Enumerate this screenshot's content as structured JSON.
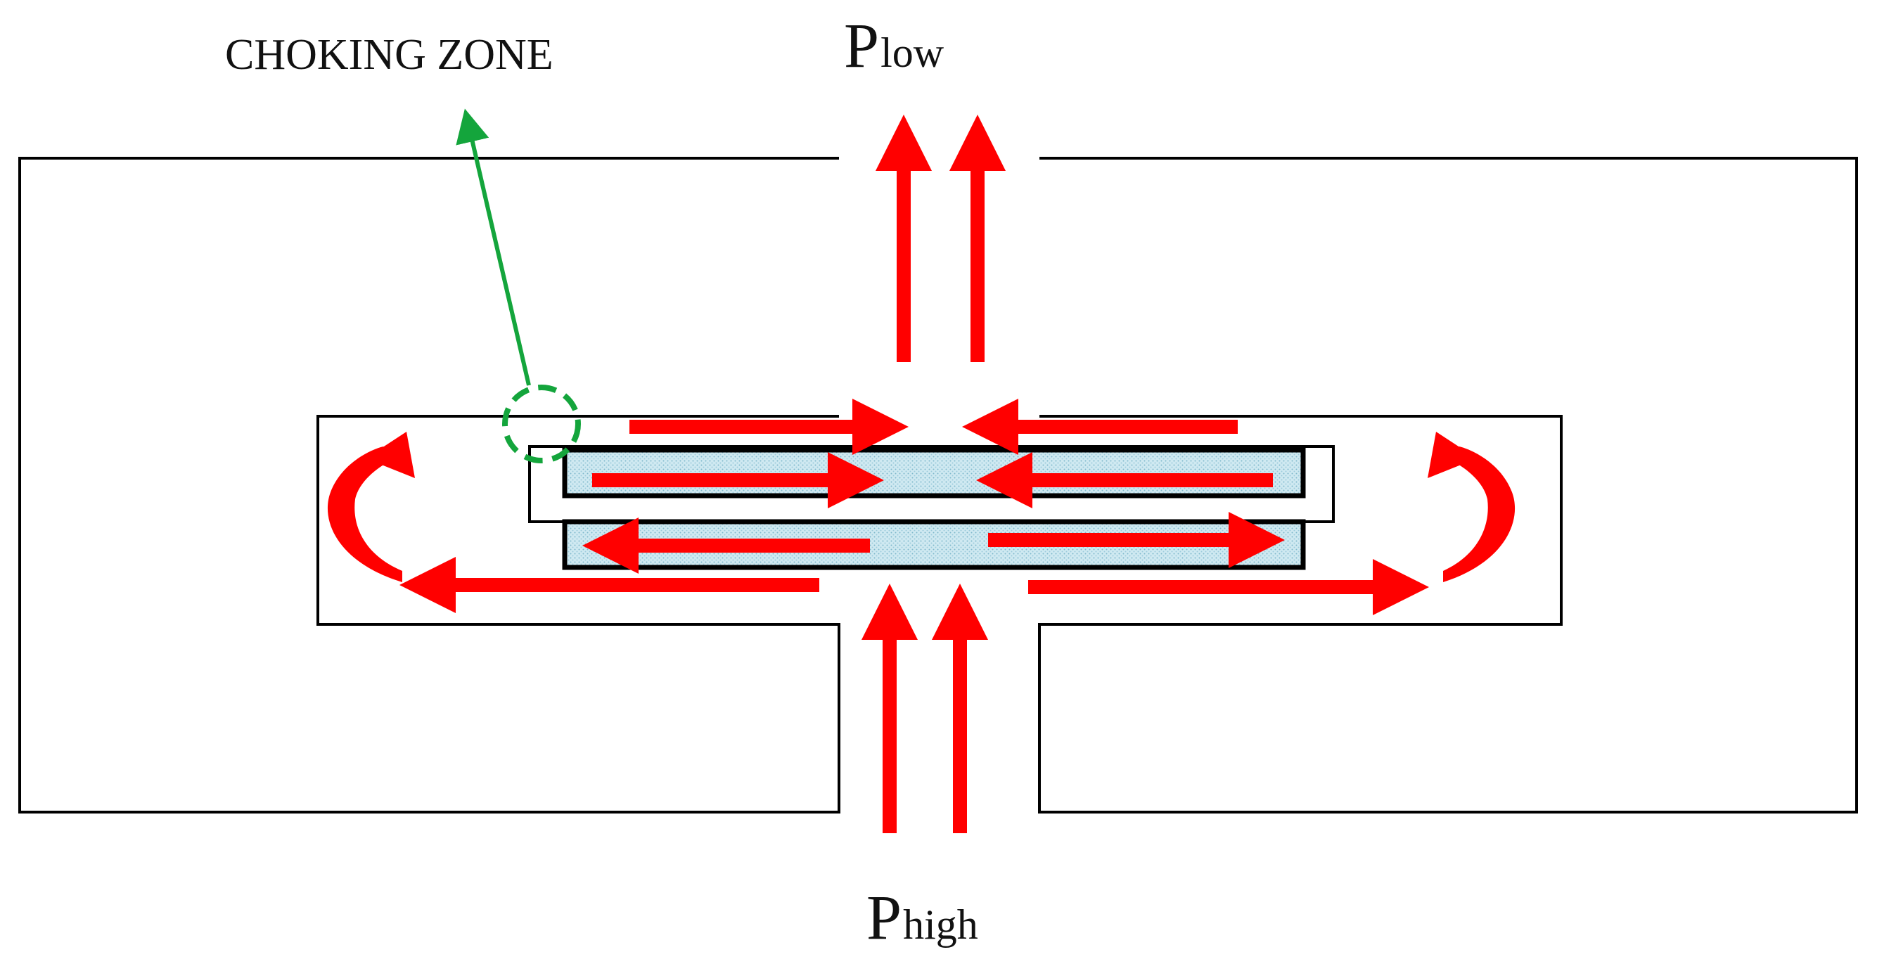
{
  "labels": {
    "choking_zone": "CHOKING ZONE",
    "p_low_main": "P",
    "p_low_sub": "low",
    "p_high_main": "P",
    "p_high_sub": "high"
  },
  "colors": {
    "outline": "#000000",
    "flow_arrow": "#ff0000",
    "annotation": "#14a53c",
    "disc_fill": "#bfe0ea",
    "background": "#ffffff"
  }
}
